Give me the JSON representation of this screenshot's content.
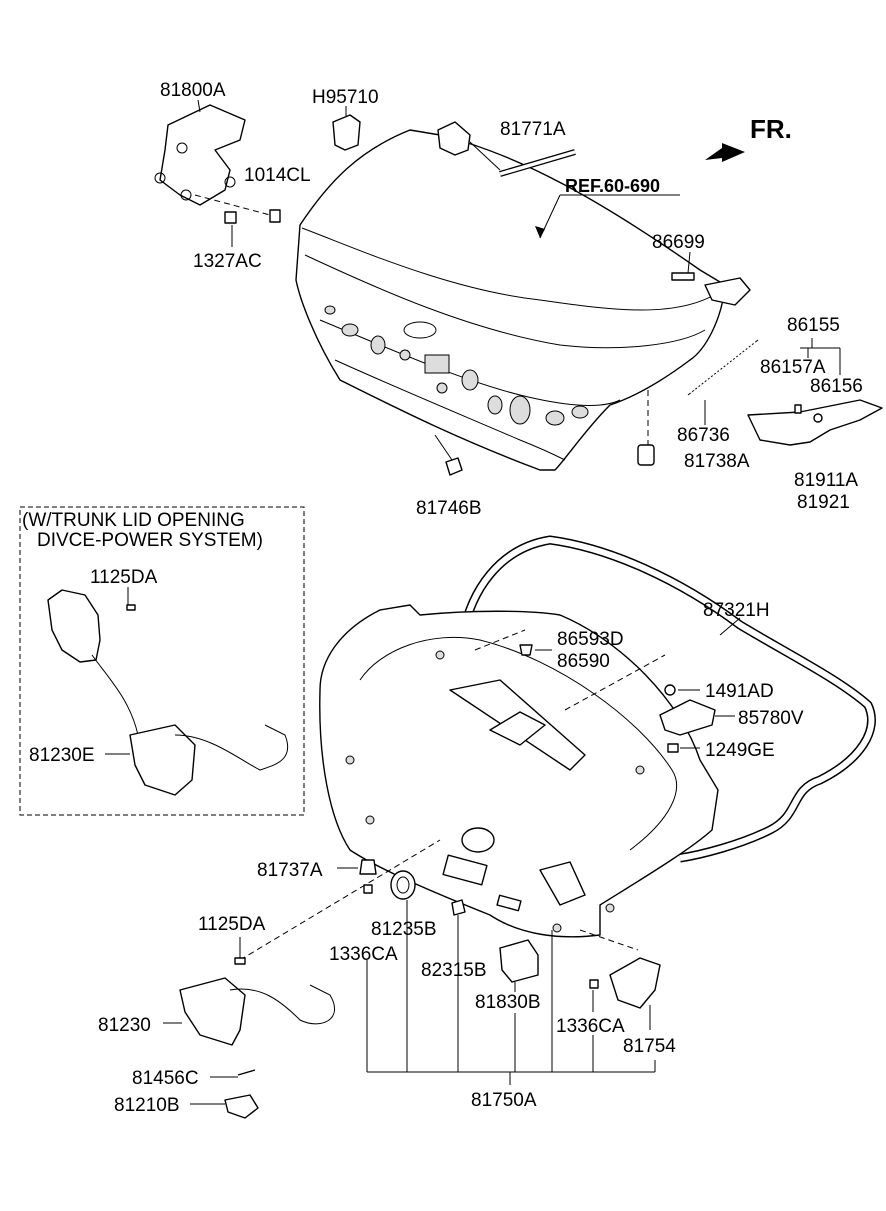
{
  "direction_label": "FR.",
  "ref_label": "REF.60-690",
  "inset": {
    "title_line1": "(W/TRUNK LID OPENING",
    "title_line2": "DIVCE-POWER SYSTEM)"
  },
  "labels": {
    "p81800A": "81800A",
    "pH95710": "H95710",
    "p81771A": "81771A",
    "p1014CL": "1014CL",
    "p1327AC": "1327AC",
    "p86699": "86699",
    "p86155": "86155",
    "p86157A": "86157A",
    "p86156": "86156",
    "p86736": "86736",
    "p81738A": "81738A",
    "p81911A": "81911A",
    "p81921": "81921",
    "p81746B": "81746B",
    "p1125DA_top": "1125DA",
    "p81230E": "81230E",
    "p87321H": "87321H",
    "p86593D": "86593D",
    "p86590": "86590",
    "p1491AD": "1491AD",
    "p85780V": "85780V",
    "p1249GE": "1249GE",
    "p81737A": "81737A",
    "p81235B": "81235B",
    "p1336CA_a": "1336CA",
    "p82315B": "82315B",
    "p81830B": "81830B",
    "p1125DA_bot": "1125DA",
    "p81230": "81230",
    "p1336CA_b": "1336CA",
    "p81754": "81754",
    "p81456C": "81456C",
    "p81210B": "81210B",
    "p81750A": "81750A"
  }
}
